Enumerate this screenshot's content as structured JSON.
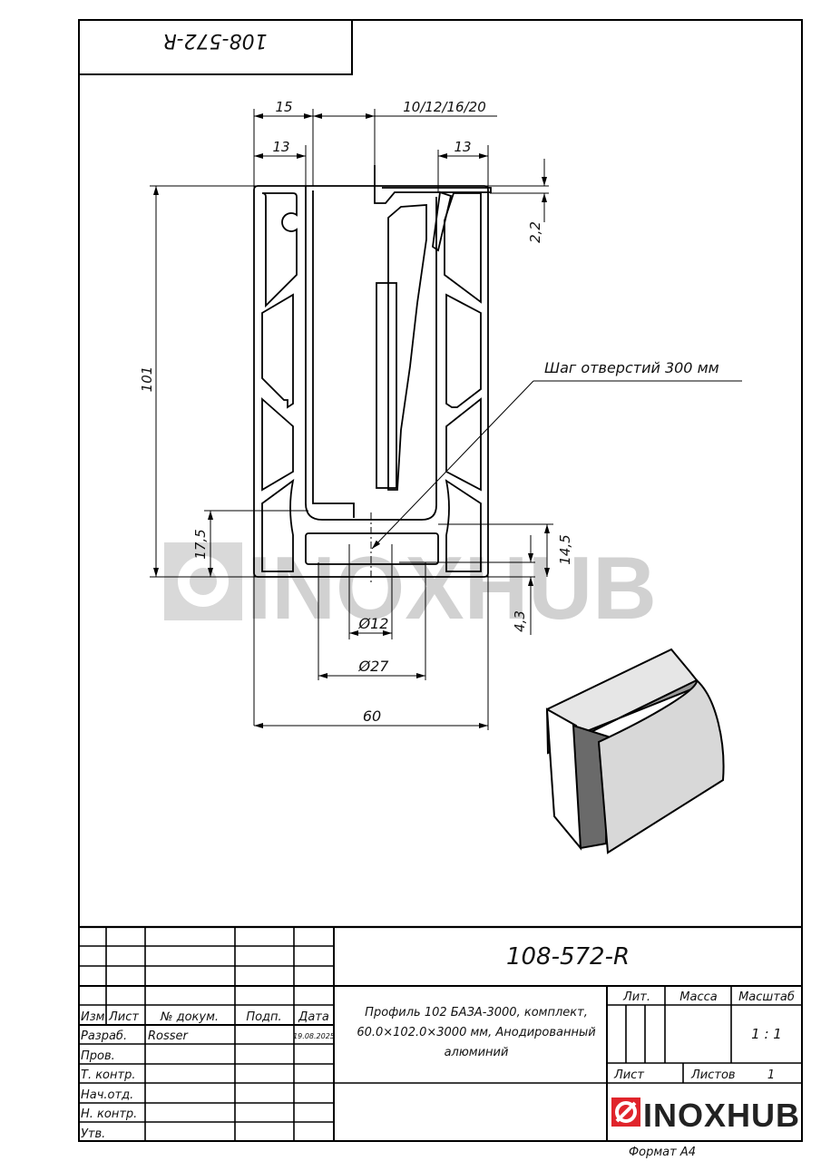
{
  "stamp": {
    "code_rotated": "108-572-R"
  },
  "drawing": {
    "dimensions": {
      "width_15": "15",
      "glass_thickness": "10/12/16/20",
      "left_13": "13",
      "right_13": "13",
      "top_2_2": "2,2",
      "height_101": "101",
      "bottom_17_5": "17,5",
      "bottom_14_5": "14,5",
      "bottom_4_3": "4,3",
      "hole_12": "Ø12",
      "hole_27": "Ø27",
      "width_60": "60"
    },
    "leader_note": "Шаг отверстий 300 мм",
    "watermark": "INOXHUB"
  },
  "title_block": {
    "doc_code": "108-572-R",
    "description_lines": [
      "Профиль 102 БАЗА-3000, комплект,",
      "60.0×102.0×3000 мм, Анодированный",
      "алюминий"
    ],
    "headers": {
      "izm": "Изм.",
      "list": "Лист",
      "doc_no": "№ докум.",
      "sign": "Подп.",
      "date": "Дата"
    },
    "roles": [
      "Разраб.",
      "Пров.",
      "Т. контр.",
      "Нач.отд.",
      "Н. контр.",
      "Утв."
    ],
    "developer": "Rosser",
    "date_value": "19.08.2025",
    "lit_label": "Лит.",
    "mass_label": "Масса",
    "scale_label": "Масштаб",
    "scale_value": "1 : 1",
    "sheet_label": "Лист",
    "sheets_label": "Листов",
    "sheets_value": "1",
    "logo_text": "INOXHUB",
    "format_label": "Формат А4",
    "logo_color": "#e0242b"
  }
}
